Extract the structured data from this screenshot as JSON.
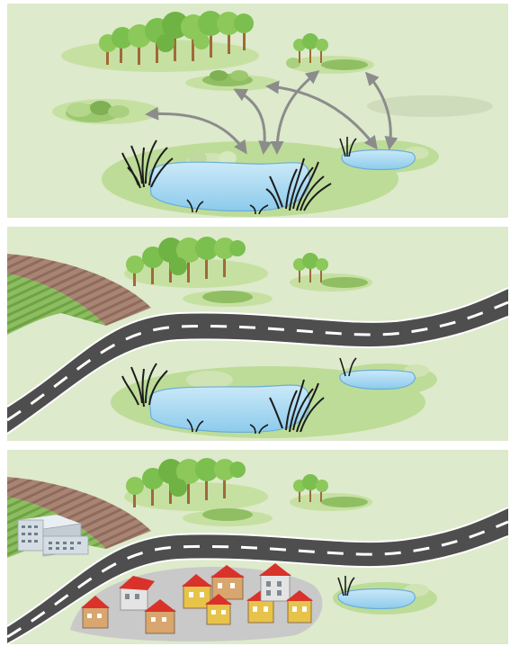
{
  "panels": [
    {
      "id": "panel-1",
      "stage": "natural"
    },
    {
      "id": "panel-2",
      "stage": "road"
    },
    {
      "id": "panel-3",
      "stage": "settlement"
    }
  ],
  "colors": {
    "background": "#ddeacb",
    "meadow": "#bddc98",
    "water": "#a9d7ef",
    "water_edge": "#6aaed8",
    "road": "#4e4e4e",
    "road_marking": "#ffffff",
    "arrow": "#8c8c8c",
    "reeds": "#1c1c1c",
    "tree_canopy": "#7bbf4e",
    "tree_trunk": "#a06a36",
    "field_plowed": "#9b7768",
    "field_green": "#7fb054",
    "settlement_ground": "#c9c9c9",
    "roof": "#d9322a",
    "facade_yellow": "#e7c34a",
    "facade_tan": "#d8a66e",
    "factory": "#d4dde4"
  },
  "icons": [
    "tree-icon",
    "shrub-icon",
    "reed-icon",
    "pond-icon",
    "arrow-icon",
    "road-icon",
    "field-icon",
    "house-icon",
    "factory-icon"
  ]
}
